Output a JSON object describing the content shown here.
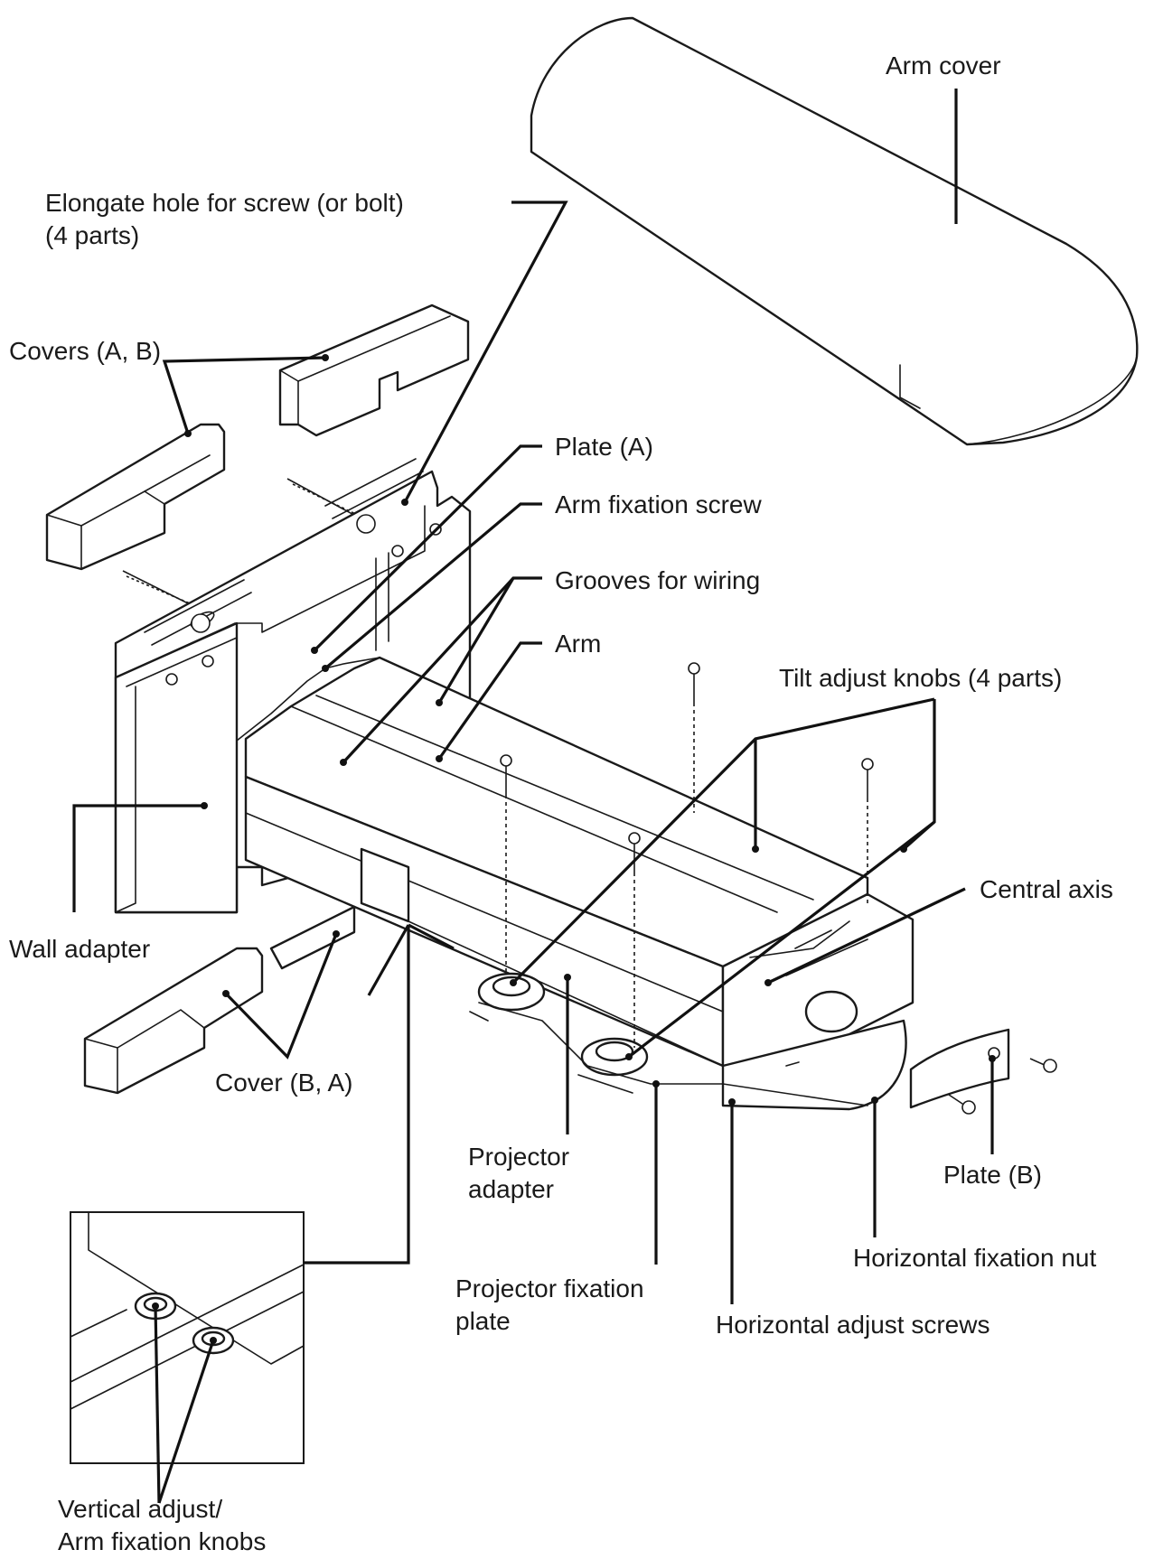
{
  "labels": {
    "arm_cover": "Arm cover",
    "elongate_hole_1": "Elongate hole for screw (or bolt)",
    "elongate_hole_2": "(4 parts)",
    "covers_ab": "Covers (A, B)",
    "plate_a": "Plate (A)",
    "arm_fixation_screw": "Arm fixation screw",
    "grooves_for_wiring": "Grooves for wiring",
    "arm": "Arm",
    "tilt_adjust_knobs": "Tilt adjust knobs (4 parts)",
    "wall_adapter": "Wall adapter",
    "central_axis": "Central axis",
    "cover_ba": "Cover (B, A)",
    "projector_adapter_1": "Projector",
    "projector_adapter_2": "adapter",
    "plate_b": "Plate (B)",
    "horizontal_fixation_nut": "Horizontal fixation nut",
    "projector_fixation_plate_1": "Projector fixation",
    "projector_fixation_plate_2": "plate",
    "horizontal_adjust_screws": "Horizontal adjust screws",
    "vertical_adjust_1": "Vertical adjust/",
    "vertical_adjust_2": "Arm fixation knobs"
  }
}
